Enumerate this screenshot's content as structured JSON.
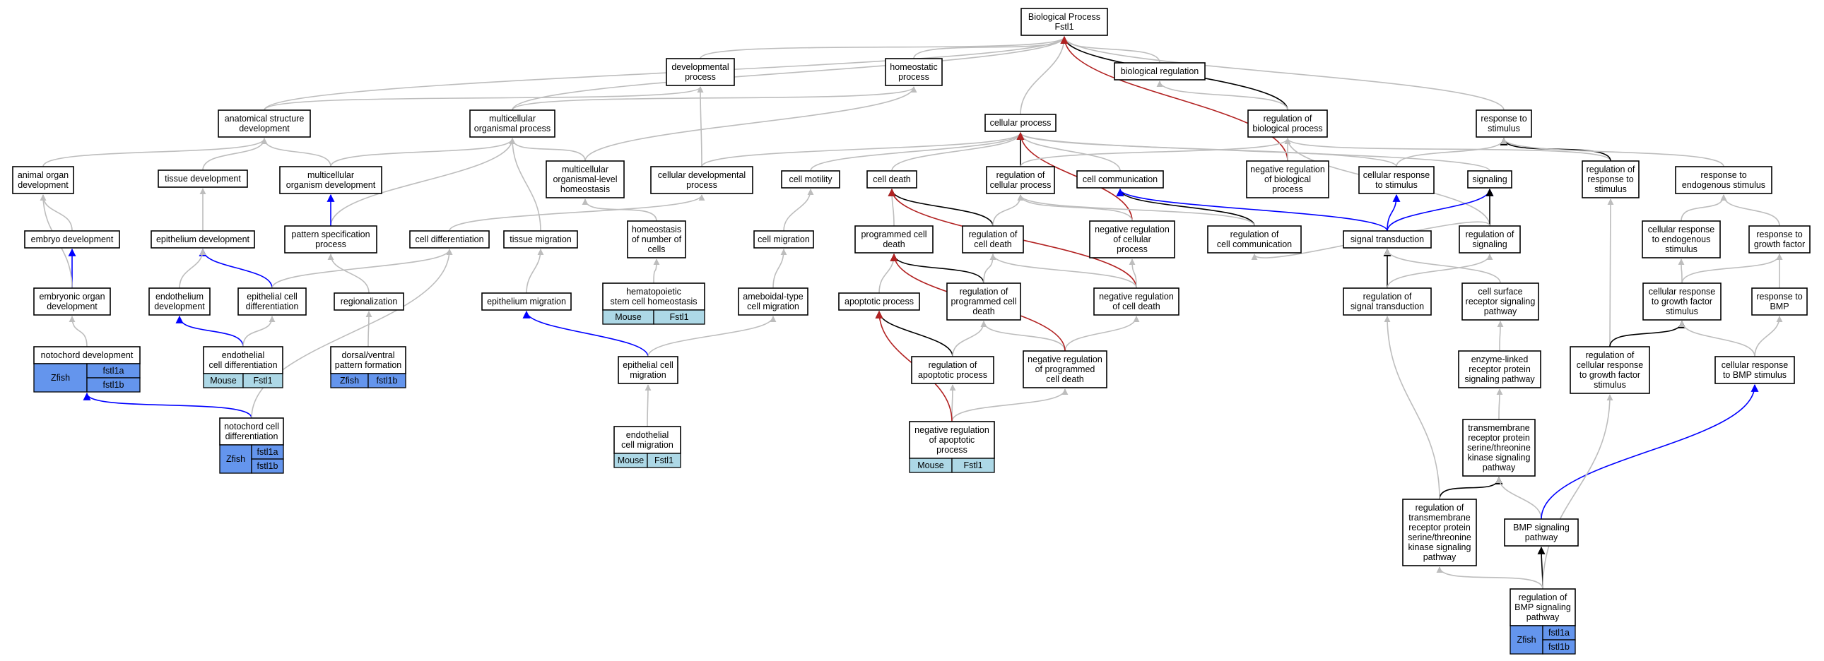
{
  "colors": {
    "is_a": "#bdbdbd",
    "part_of": "#000000",
    "positively_regulates": "#0000ff",
    "negatively_regulates": "#b22222",
    "mouse_cell": "#add8e6",
    "zfish_cell": "#6495ed"
  },
  "nodes": [
    {
      "id": "bp",
      "lines": [
        "Biological Process",
        "Fstl1"
      ]
    },
    {
      "id": "devproc",
      "lines": [
        "developmental",
        "process"
      ]
    },
    {
      "id": "homeoproc",
      "lines": [
        "homeostatic",
        "process"
      ]
    },
    {
      "id": "bioreg",
      "lines": [
        "biological regulation"
      ]
    },
    {
      "id": "anatdev",
      "lines": [
        "anatomical structure",
        "development"
      ]
    },
    {
      "id": "multiproc",
      "lines": [
        "multicellular",
        "organismal process"
      ]
    },
    {
      "id": "cellproc",
      "lines": [
        "cellular process"
      ]
    },
    {
      "id": "regbio",
      "lines": [
        "regulation of",
        "biological process"
      ]
    },
    {
      "id": "respstim",
      "lines": [
        "response to",
        "stimulus"
      ]
    },
    {
      "id": "animorgan",
      "lines": [
        "animal organ",
        "development"
      ]
    },
    {
      "id": "tissuedev",
      "lines": [
        "tissue development"
      ]
    },
    {
      "id": "multiorgdev",
      "lines": [
        "multicellular",
        "organism development"
      ]
    },
    {
      "id": "multihomeo",
      "lines": [
        "multicellular",
        "organismal-level",
        "homeostasis"
      ]
    },
    {
      "id": "celldevproc",
      "lines": [
        "cellular developmental",
        "process"
      ]
    },
    {
      "id": "cellmotil",
      "lines": [
        "cell motility"
      ]
    },
    {
      "id": "celldeath",
      "lines": [
        "cell death"
      ]
    },
    {
      "id": "regcellproc",
      "lines": [
        "regulation of",
        "cellular process"
      ]
    },
    {
      "id": "cellcomm",
      "lines": [
        "cell communication"
      ]
    },
    {
      "id": "negregbio",
      "lines": [
        "negative regulation",
        "of biological",
        "process"
      ]
    },
    {
      "id": "cellresp",
      "lines": [
        "cellular response",
        "to stimulus"
      ]
    },
    {
      "id": "signaling",
      "lines": [
        "signaling"
      ]
    },
    {
      "id": "regresp",
      "lines": [
        "regulation of",
        "response to",
        "stimulus"
      ]
    },
    {
      "id": "respendo",
      "lines": [
        "response to",
        "endogenous stimulus"
      ]
    },
    {
      "id": "embryodev",
      "lines": [
        "embryo development"
      ]
    },
    {
      "id": "epidev",
      "lines": [
        "epithelium development"
      ]
    },
    {
      "id": "patspec",
      "lines": [
        "pattern specification",
        "process"
      ]
    },
    {
      "id": "celldiff",
      "lines": [
        "cell differentiation"
      ]
    },
    {
      "id": "tissuemig",
      "lines": [
        "tissue migration"
      ]
    },
    {
      "id": "homeonum",
      "lines": [
        "homeostasis",
        "of number of",
        "cells"
      ]
    },
    {
      "id": "cellmig",
      "lines": [
        "cell migration"
      ]
    },
    {
      "id": "progdeath",
      "lines": [
        "programmed cell",
        "death"
      ]
    },
    {
      "id": "regdeath",
      "lines": [
        "regulation of",
        "cell death"
      ]
    },
    {
      "id": "negregcell",
      "lines": [
        "negative regulation",
        "of cellular",
        "process"
      ]
    },
    {
      "id": "regcomm",
      "lines": [
        "regulation of",
        "cell communication"
      ]
    },
    {
      "id": "sigtrans",
      "lines": [
        "signal transduction"
      ]
    },
    {
      "id": "regsig",
      "lines": [
        "regulation of",
        "signaling"
      ]
    },
    {
      "id": "cellrespendo",
      "lines": [
        "cellular response",
        "to endogenous",
        "stimulus"
      ]
    },
    {
      "id": "respgf",
      "lines": [
        "response to",
        "growth factor"
      ]
    },
    {
      "id": "embryoorgan",
      "lines": [
        "embryonic organ",
        "development"
      ]
    },
    {
      "id": "endodev",
      "lines": [
        "endothelium",
        "development"
      ]
    },
    {
      "id": "epicelldiff",
      "lines": [
        "epithelial cell",
        "differentiation"
      ]
    },
    {
      "id": "regional",
      "lines": [
        "regionalization"
      ]
    },
    {
      "id": "epimig",
      "lines": [
        "epithelium migration"
      ]
    },
    {
      "id": "hemato",
      "lines": [
        "hematopoietic",
        "stem cell homeostasis"
      ]
    },
    {
      "id": "ameboid",
      "lines": [
        "ameboidal-type",
        "cell migration"
      ]
    },
    {
      "id": "apoptosis",
      "lines": [
        "apoptotic process"
      ]
    },
    {
      "id": "regprog",
      "lines": [
        "regulation of",
        "programmed cell",
        "death"
      ]
    },
    {
      "id": "negregdeath",
      "lines": [
        "negative regulation",
        "of cell death"
      ]
    },
    {
      "id": "regsigtrans",
      "lines": [
        "regulation of",
        "signal transduction"
      ]
    },
    {
      "id": "cellsurf",
      "lines": [
        "cell surface",
        "receptor signaling",
        "pathway"
      ]
    },
    {
      "id": "cellrespgf",
      "lines": [
        "cellular response",
        "to growth factor",
        "stimulus"
      ]
    },
    {
      "id": "respbmp",
      "lines": [
        "response to",
        "BMP"
      ]
    },
    {
      "id": "notodev",
      "lines": [
        "notochord development"
      ]
    },
    {
      "id": "endocelldiff",
      "lines": [
        "endothelial",
        "cell differentiation"
      ]
    },
    {
      "id": "dorsoventral",
      "lines": [
        "dorsal/ventral",
        "pattern formation"
      ]
    },
    {
      "id": "epicellmig",
      "lines": [
        "epithelial cell",
        "migration"
      ]
    },
    {
      "id": "regapop",
      "lines": [
        "regulation of",
        "apoptotic process"
      ]
    },
    {
      "id": "negregprog",
      "lines": [
        "negative regulation",
        "of programmed",
        "cell death"
      ]
    },
    {
      "id": "enzyme",
      "lines": [
        "enzyme-linked",
        "receptor protein",
        "signaling pathway"
      ]
    },
    {
      "id": "regcellrespgf",
      "lines": [
        "regulation of",
        "cellular response",
        "to growth factor",
        "stimulus"
      ]
    },
    {
      "id": "cellrespbmp",
      "lines": [
        "cellular response",
        "to BMP stimulus"
      ]
    },
    {
      "id": "notocelldiff",
      "lines": [
        "notochord cell",
        "differentiation"
      ]
    },
    {
      "id": "endocellmig",
      "lines": [
        "endothelial",
        "cell migration"
      ]
    },
    {
      "id": "negregapop",
      "lines": [
        "negative regulation",
        "of apoptotic",
        "process"
      ]
    },
    {
      "id": "transmem",
      "lines": [
        "transmembrane",
        "receptor protein",
        "serine/threonine",
        "kinase signaling",
        "pathway"
      ]
    },
    {
      "id": "regtransmem",
      "lines": [
        "regulation of",
        "transmembrane",
        "receptor protein",
        "serine/threonine",
        "kinase signaling",
        "pathway"
      ]
    },
    {
      "id": "bmp",
      "lines": [
        "BMP signaling",
        "pathway"
      ]
    },
    {
      "id": "regbmp",
      "lines": [
        "regulation of",
        "BMP signaling",
        "pathway"
      ]
    }
  ],
  "annotations": [
    {
      "node": "notodev",
      "species": "Zfish",
      "genes": [
        "fstl1a",
        "fstl1b"
      ]
    },
    {
      "node": "endocelldiff",
      "species": "Mouse",
      "genes": [
        "Fstl1"
      ]
    },
    {
      "node": "dorsoventral",
      "species": "Zfish",
      "genes": [
        "fstl1b"
      ]
    },
    {
      "node": "hemato",
      "species": "Mouse",
      "genes": [
        "Fstl1"
      ]
    },
    {
      "node": "endocellmig",
      "species": "Mouse",
      "genes": [
        "Fstl1"
      ]
    },
    {
      "node": "negregapop",
      "species": "Mouse",
      "genes": [
        "Fstl1"
      ]
    },
    {
      "node": "notocelldiff",
      "species": "Zfish",
      "genes": [
        "fstl1a",
        "fstl1b"
      ]
    },
    {
      "node": "regbmp",
      "species": "Zfish",
      "genes": [
        "fstl1a",
        "fstl1b"
      ]
    }
  ],
  "edges": [
    [
      "devproc",
      "bp",
      "is_a"
    ],
    [
      "homeoproc",
      "bp",
      "is_a"
    ],
    [
      "bioreg",
      "bp",
      "is_a"
    ],
    [
      "cellproc",
      "bp",
      "is_a"
    ],
    [
      "regbio",
      "bp",
      "part_of"
    ],
    [
      "respstim",
      "bp",
      "is_a"
    ],
    [
      "anatdev",
      "bp",
      "is_a"
    ],
    [
      "multiproc",
      "bp",
      "is_a"
    ],
    [
      "negregbio",
      "bp",
      "negatively_regulates"
    ],
    [
      "anatdev",
      "devproc",
      "is_a"
    ],
    [
      "multiproc",
      "homeoproc",
      "is_a"
    ],
    [
      "celldevproc",
      "devproc",
      "is_a"
    ],
    [
      "regbio",
      "bioreg",
      "is_a"
    ],
    [
      "animorgan",
      "anatdev",
      "is_a"
    ],
    [
      "tissuedev",
      "anatdev",
      "is_a"
    ],
    [
      "multiorgdev",
      "anatdev",
      "is_a"
    ],
    [
      "multiorgdev",
      "multiproc",
      "is_a"
    ],
    [
      "patspec",
      "multiproc",
      "is_a"
    ],
    [
      "tissuemig",
      "multiproc",
      "is_a"
    ],
    [
      "multihomeo",
      "multiproc",
      "is_a"
    ],
    [
      "multihomeo",
      "homeoproc",
      "is_a"
    ],
    [
      "celldevproc",
      "cellproc",
      "is_a"
    ],
    [
      "cellmotil",
      "cellproc",
      "is_a"
    ],
    [
      "celldeath",
      "cellproc",
      "is_a"
    ],
    [
      "regcellproc",
      "cellproc",
      "part_of"
    ],
    [
      "cellcomm",
      "cellproc",
      "is_a"
    ],
    [
      "cellresp",
      "cellproc",
      "is_a"
    ],
    [
      "signaling",
      "cellproc",
      "is_a"
    ],
    [
      "negregcell",
      "cellproc",
      "negatively_regulates"
    ],
    [
      "regcellproc",
      "regbio",
      "is_a"
    ],
    [
      "negregbio",
      "regbio",
      "is_a"
    ],
    [
      "regresp",
      "regbio",
      "is_a"
    ],
    [
      "regsig",
      "regbio",
      "is_a"
    ],
    [
      "cellresp",
      "respstim",
      "is_a"
    ],
    [
      "regresp",
      "respstim",
      "part_of"
    ],
    [
      "respendo",
      "respstim",
      "is_a"
    ],
    [
      "embryodev",
      "animorgan",
      "is_a"
    ],
    [
      "epidev",
      "tissuedev",
      "is_a"
    ],
    [
      "patspec",
      "multiorgdev",
      "positively_regulates"
    ],
    [
      "celldiff",
      "celldevproc",
      "is_a"
    ],
    [
      "homeonum",
      "multihomeo",
      "is_a"
    ],
    [
      "cellmig",
      "cellmotil",
      "is_a"
    ],
    [
      "progdeath",
      "celldeath",
      "is_a"
    ],
    [
      "regdeath",
      "celldeath",
      "part_of"
    ],
    [
      "regdeath",
      "regcellproc",
      "is_a"
    ],
    [
      "negregcell",
      "regcellproc",
      "is_a"
    ],
    [
      "negregdeath",
      "celldeath",
      "negatively_regulates"
    ],
    [
      "regcomm",
      "cellcomm",
      "part_of"
    ],
    [
      "regcomm",
      "regcellproc",
      "is_a"
    ],
    [
      "sigtrans",
      "cellcomm",
      "positively_regulates"
    ],
    [
      "sigtrans",
      "cellresp",
      "positively_regulates"
    ],
    [
      "sigtrans",
      "signaling",
      "positively_regulates"
    ],
    [
      "regsig",
      "signaling",
      "part_of"
    ],
    [
      "regsig",
      "regcomm",
      "is_a"
    ],
    [
      "cellrespendo",
      "respendo",
      "is_a"
    ],
    [
      "respgf",
      "respendo",
      "is_a"
    ],
    [
      "embryoorgan",
      "embryodev",
      "positively_regulates"
    ],
    [
      "embryoorgan",
      "animorgan",
      "is_a"
    ],
    [
      "epicelldiff",
      "epidev",
      "positively_regulates"
    ],
    [
      "epicelldiff",
      "celldiff",
      "is_a"
    ],
    [
      "endodev",
      "epidev",
      "is_a"
    ],
    [
      "regional",
      "patspec",
      "is_a"
    ],
    [
      "epimig",
      "tissuemig",
      "is_a"
    ],
    [
      "hemato",
      "homeonum",
      "is_a"
    ],
    [
      "ameboid",
      "cellmig",
      "is_a"
    ],
    [
      "apoptosis",
      "progdeath",
      "is_a"
    ],
    [
      "regprog",
      "progdeath",
      "part_of"
    ],
    [
      "regprog",
      "regdeath",
      "is_a"
    ],
    [
      "negregdeath",
      "regdeath",
      "is_a"
    ],
    [
      "negregdeath",
      "negregcell",
      "is_a"
    ],
    [
      "regsigtrans",
      "sigtrans",
      "part_of"
    ],
    [
      "regsigtrans",
      "regsig",
      "is_a"
    ],
    [
      "cellsurf",
      "sigtrans",
      "is_a"
    ],
    [
      "cellrespgf",
      "cellrespendo",
      "is_a"
    ],
    [
      "cellrespgf",
      "respgf",
      "is_a"
    ],
    [
      "respbmp",
      "respgf",
      "is_a"
    ],
    [
      "notodev",
      "embryoorgan",
      "is_a"
    ],
    [
      "endocelldiff",
      "endodev",
      "positively_regulates"
    ],
    [
      "endocelldiff",
      "epicelldiff",
      "is_a"
    ],
    [
      "dorsoventral",
      "regional",
      "is_a"
    ],
    [
      "epicellmig",
      "epimig",
      "positively_regulates"
    ],
    [
      "epicellmig",
      "ameboid",
      "is_a"
    ],
    [
      "regapop",
      "apoptosis",
      "part_of"
    ],
    [
      "regapop",
      "regprog",
      "is_a"
    ],
    [
      "negregprog",
      "regprog",
      "is_a"
    ],
    [
      "negregprog",
      "negregdeath",
      "is_a"
    ],
    [
      "negregprog",
      "progdeath",
      "negatively_regulates"
    ],
    [
      "enzyme",
      "cellsurf",
      "is_a"
    ],
    [
      "regcellrespgf",
      "regresp",
      "is_a"
    ],
    [
      "regcellrespgf",
      "cellrespgf",
      "part_of"
    ],
    [
      "cellrespbmp",
      "cellrespgf",
      "is_a"
    ],
    [
      "cellrespbmp",
      "respbmp",
      "is_a"
    ],
    [
      "notocelldiff",
      "notodev",
      "positively_regulates"
    ],
    [
      "notocelldiff",
      "celldiff",
      "is_a"
    ],
    [
      "endocellmig",
      "epicellmig",
      "is_a"
    ],
    [
      "negregapop",
      "regapop",
      "is_a"
    ],
    [
      "negregapop",
      "negregprog",
      "is_a"
    ],
    [
      "negregapop",
      "apoptosis",
      "negatively_regulates"
    ],
    [
      "transmem",
      "enzyme",
      "is_a"
    ],
    [
      "regtransmem",
      "transmem",
      "part_of"
    ],
    [
      "regtransmem",
      "regsigtrans",
      "is_a"
    ],
    [
      "bmp",
      "transmem",
      "is_a"
    ],
    [
      "bmp",
      "cellrespbmp",
      "positively_regulates"
    ],
    [
      "regbmp",
      "bmp",
      "part_of"
    ],
    [
      "regbmp",
      "regtransmem",
      "is_a"
    ],
    [
      "regbmp",
      "regcellrespgf",
      "is_a"
    ]
  ]
}
